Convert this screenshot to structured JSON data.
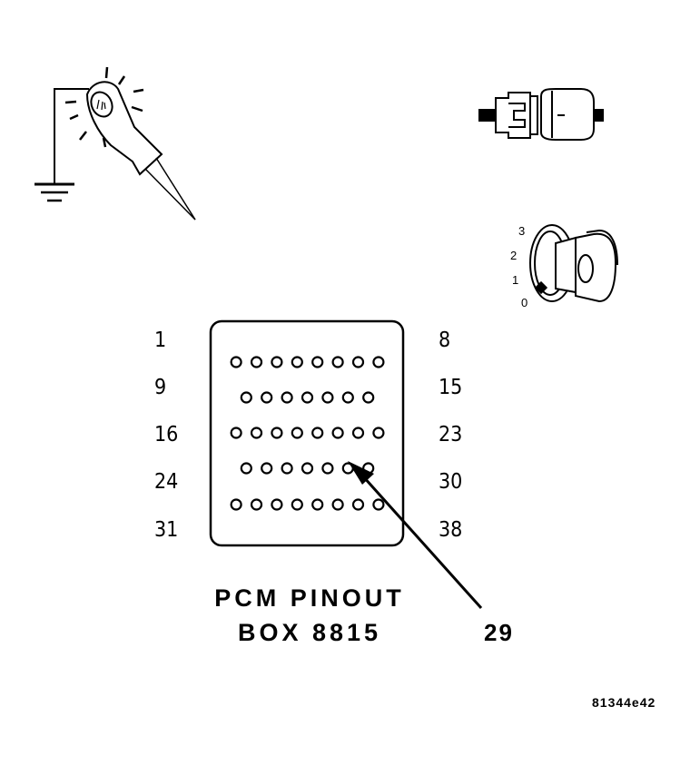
{
  "connector": {
    "row_left_labels": [
      "1",
      "9",
      "16",
      "24",
      "31"
    ],
    "row_right_labels": [
      "8",
      "15",
      "23",
      "30",
      "38"
    ],
    "row_pin_counts": [
      8,
      7,
      8,
      7,
      8
    ]
  },
  "title": {
    "line1": "PCM PINOUT",
    "line2": "BOX 8815"
  },
  "callout": {
    "label": "29"
  },
  "figure_id": "81344e42",
  "ignition_key": {
    "positions": [
      "3",
      "2",
      "1",
      "0"
    ],
    "key_label": "O",
    "selected_position": "0"
  },
  "icons": [
    "test-light-icon",
    "ground-icon",
    "connector-icon",
    "ignition-key-icon"
  ]
}
